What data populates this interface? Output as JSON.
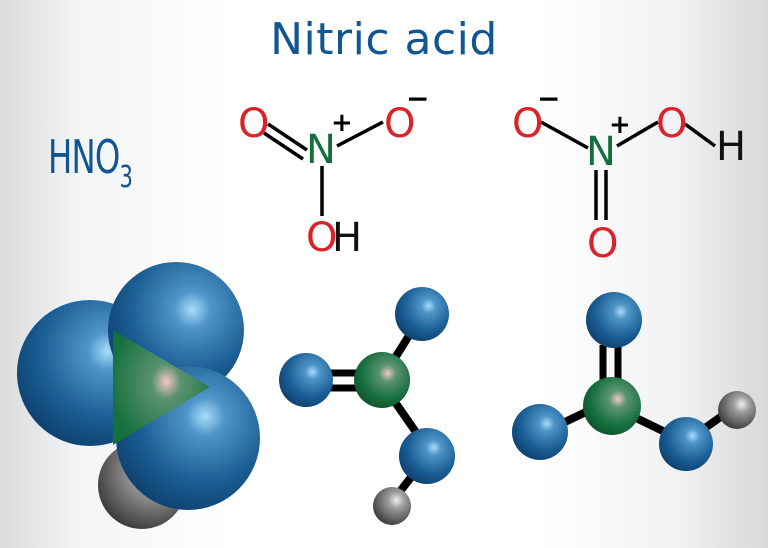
{
  "title": "Nitric acid",
  "formula": {
    "main": "HNO",
    "subscript": "3"
  },
  "colors": {
    "title": "#0f5692",
    "oxygen_label": "#d8232a",
    "nitrogen_label": "#13703c",
    "hydrogen_label": "#111111",
    "oxygen_sphere": "#185f97",
    "nitrogen_sphere": "#16703f",
    "hydrogen_sphere": "#6b6b6b",
    "bond": "#000000"
  },
  "structural_formula_1": {
    "atoms": [
      {
        "symbol": "O",
        "role": "double-bonded-oxygen"
      },
      {
        "symbol": "N",
        "charge": "+"
      },
      {
        "symbol": "O",
        "charge": "−"
      },
      {
        "symbol": "O",
        "role": "hydroxyl-oxygen"
      },
      {
        "symbol": "H"
      }
    ],
    "labels": {
      "o_left": "O",
      "n": "N",
      "n_charge": "+",
      "o_right": "O",
      "o_right_charge": "−",
      "oh_o": "O",
      "oh_h": "H"
    }
  },
  "structural_formula_2": {
    "labels": {
      "o_left": "O",
      "o_left_charge": "−",
      "n": "N",
      "n_charge": "+",
      "o_right": "O",
      "h": "H",
      "o_bottom": "O"
    }
  },
  "models": [
    {
      "type": "space-filling",
      "atoms": [
        "O",
        "O",
        "O",
        "N",
        "H"
      ]
    },
    {
      "type": "ball-and-stick",
      "atoms": [
        "O",
        "O",
        "O",
        "N",
        "H"
      ]
    },
    {
      "type": "ball-and-stick",
      "atoms": [
        "O",
        "O",
        "O",
        "N",
        "H"
      ]
    }
  ]
}
